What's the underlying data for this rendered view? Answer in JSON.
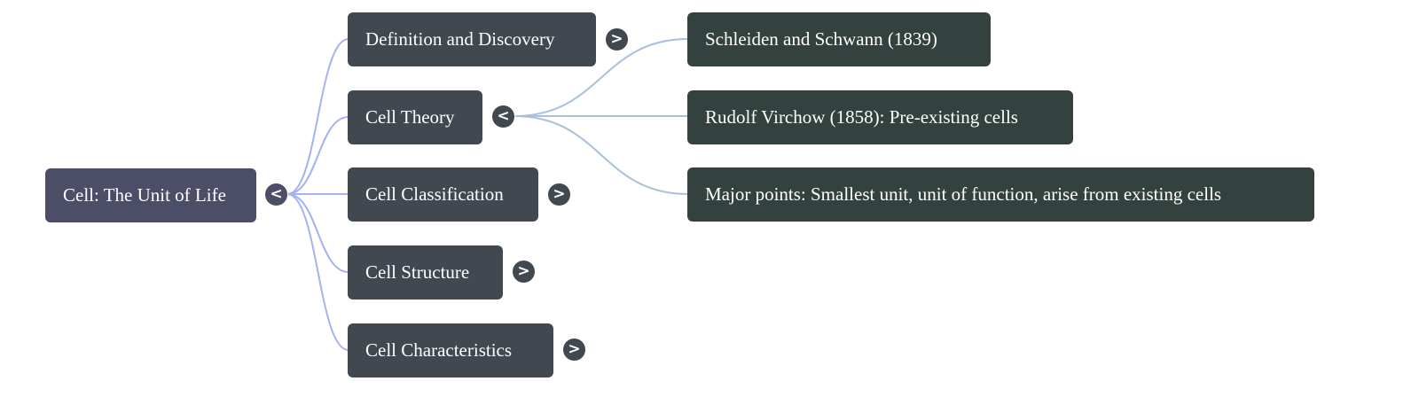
{
  "root": {
    "label": "Cell: The Unit of Life",
    "expanded": true,
    "toggle_glyph": "<",
    "color": "#4c4d67",
    "link_color": "#a6b1f2"
  },
  "branches": [
    {
      "label": "Definition and Discovery",
      "expanded": false,
      "toggle_glyph": ">",
      "children": []
    },
    {
      "label": "Cell Theory",
      "expanded": true,
      "toggle_glyph": "<",
      "children": [
        {
          "label": "Schleiden and Schwann (1839)"
        },
        {
          "label": "Rudolf Virchow (1858): Pre-existing cells"
        },
        {
          "label": "Major points: Smallest unit, unit of function, arise from existing cells"
        }
      ]
    },
    {
      "label": "Cell Classification",
      "expanded": false,
      "toggle_glyph": ">",
      "children": []
    },
    {
      "label": "Cell Structure",
      "expanded": false,
      "toggle_glyph": ">",
      "children": []
    },
    {
      "label": "Cell Characteristics",
      "expanded": false,
      "toggle_glyph": ">",
      "children": []
    }
  ],
  "colors": {
    "level1_node": "#424850",
    "level2_node": "#33423f",
    "level2_link": "#a9c0dd",
    "text": "#ffffff",
    "background": "#ffffff"
  }
}
